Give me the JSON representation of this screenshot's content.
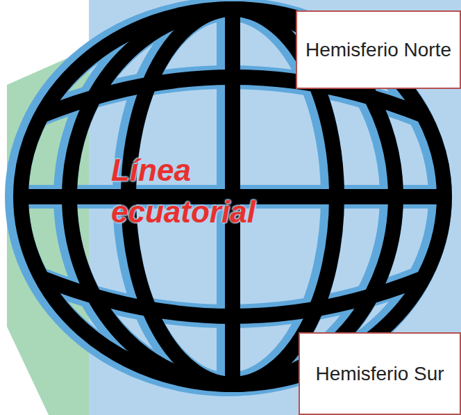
{
  "diagram": {
    "nodes": [
      {
        "text": [
          "Hemisferio Norte"
        ]
      },
      {
        "text": [
          "Hemisferio Sur"
        ]
      }
    ],
    "labels": [
      "Línea ecuatorial"
    ]
  }
}
